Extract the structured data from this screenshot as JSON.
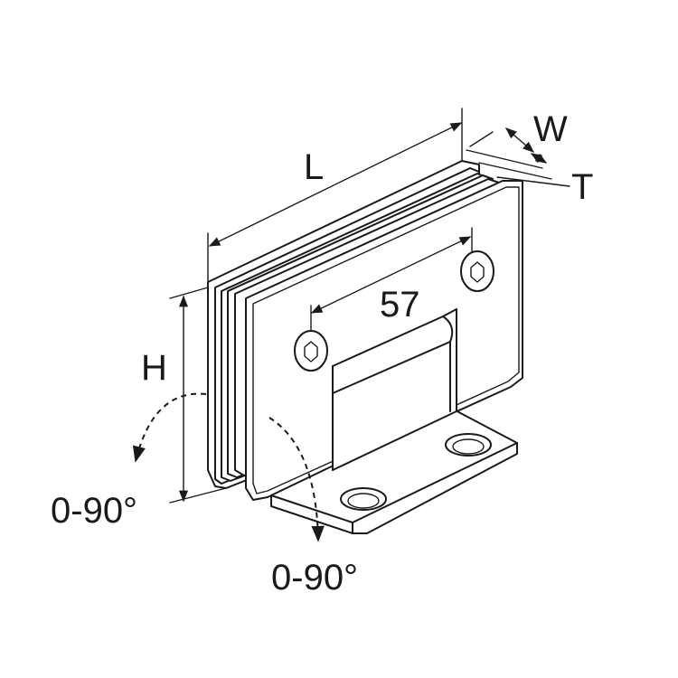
{
  "labels": {
    "length": "L",
    "width": "W",
    "thickness": "T",
    "height": "H",
    "hole_spacing": "57",
    "rotation_left": "0-90°",
    "rotation_bottom": "0-90°"
  },
  "colors": {
    "stroke": "#1a1a1a",
    "background": "#ffffff"
  }
}
